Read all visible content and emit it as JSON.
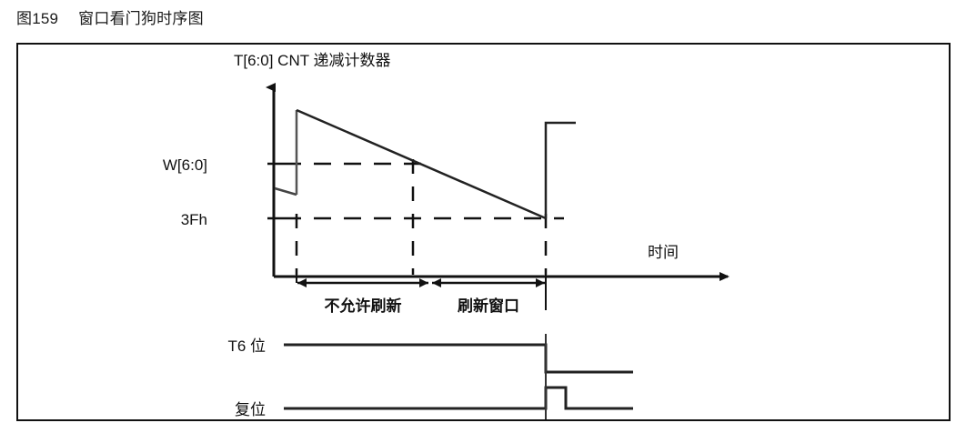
{
  "figure": {
    "number": "图159",
    "title": "窗口看门狗时序图"
  },
  "chart": {
    "y_axis_label": "T[6:0] CNT 递减计数器",
    "x_axis_label": "时间",
    "y_ticks": [
      {
        "label": "W[6:0]"
      },
      {
        "label": "3Fh"
      }
    ],
    "spans": [
      {
        "label": "不允许刷新"
      },
      {
        "label": "刷新窗口"
      }
    ],
    "signals": [
      {
        "label": "T6 位"
      },
      {
        "label": "复位"
      }
    ]
  },
  "chart_data": {
    "type": "line",
    "title": "窗口看门狗时序图",
    "xlabel": "时间",
    "ylabel": "T[6:0] CNT 递减计数器",
    "grid": false,
    "legend": null,
    "y_tick_labels": [
      "W[6:0]",
      "3Fh"
    ],
    "y_tick_values": [
      96,
      63
    ],
    "annotations": [
      "不允许刷新",
      "刷新窗口"
    ],
    "series": [
      {
        "name": "T[6:0] CNT 递减计数器",
        "points": [
          {
            "x": 0,
            "y": 70
          },
          {
            "x": 12,
            "y": 66
          },
          {
            "x": 12,
            "y": 127
          },
          {
            "x": 110,
            "y": 63
          },
          {
            "x": 110,
            "y": 127
          },
          {
            "x": 128,
            "y": 127
          }
        ]
      },
      {
        "name": "T6 位",
        "points": [
          {
            "x": 2,
            "y": 1
          },
          {
            "x": 110,
            "y": 1
          },
          {
            "x": 110,
            "y": 0
          },
          {
            "x": 170,
            "y": 0
          }
        ]
      },
      {
        "name": "复位",
        "points": [
          {
            "x": 2,
            "y": 0
          },
          {
            "x": 110,
            "y": 0
          },
          {
            "x": 110,
            "y": 1
          },
          {
            "x": 128,
            "y": 1
          },
          {
            "x": 128,
            "y": 0
          },
          {
            "x": 170,
            "y": 0
          }
        ]
      }
    ],
    "markers": {
      "window_start": 12,
      "window_refresh_boundary": 70,
      "window_end": 110
    }
  },
  "colors": {
    "line": "#111111",
    "frame": "#111111",
    "background": "#ffffff"
  }
}
